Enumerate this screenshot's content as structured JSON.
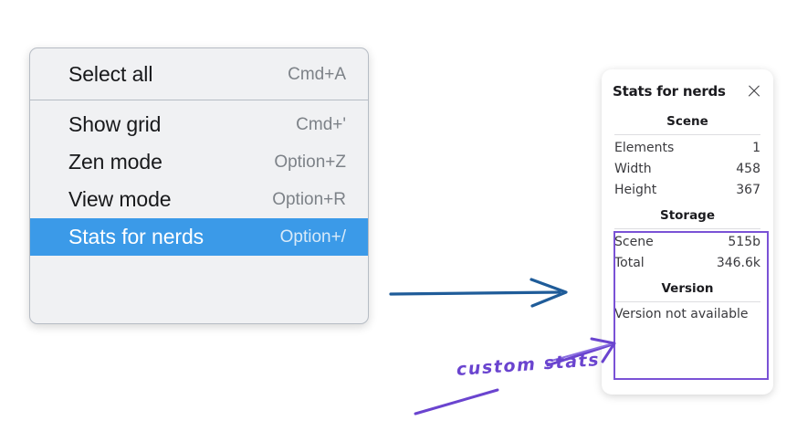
{
  "context_menu": {
    "groups": [
      {
        "items": [
          {
            "label": "Select all",
            "shortcut": "Cmd+A",
            "selected": false
          }
        ]
      },
      {
        "items": [
          {
            "label": "Show grid",
            "shortcut": "Cmd+'",
            "selected": false
          },
          {
            "label": "Zen mode",
            "shortcut": "Option+Z",
            "selected": false
          },
          {
            "label": "View mode",
            "shortcut": "Option+R",
            "selected": false
          },
          {
            "label": "Stats for nerds",
            "shortcut": "Option+/",
            "selected": true
          }
        ]
      }
    ],
    "highlight_color": "#3b9ae8"
  },
  "stats_panel": {
    "title": "Stats for nerds",
    "close_icon": "close-icon",
    "sections": [
      {
        "heading": "Scene",
        "rows": [
          {
            "key": "Elements",
            "value": "1"
          },
          {
            "key": "Width",
            "value": "458"
          },
          {
            "key": "Height",
            "value": "367"
          }
        ]
      },
      {
        "heading": "Storage",
        "rows": [
          {
            "key": "Scene",
            "value": "515b"
          },
          {
            "key": "Total",
            "value": "346.6k"
          }
        ]
      },
      {
        "heading": "Version",
        "note": "Version not available",
        "rows": []
      }
    ]
  },
  "annotations": {
    "callout_text": "custom stats",
    "callout_color": "#6a44cf",
    "highlight_box_color": "#7a52d6",
    "flow_arrow_color": "#1f5c99"
  }
}
